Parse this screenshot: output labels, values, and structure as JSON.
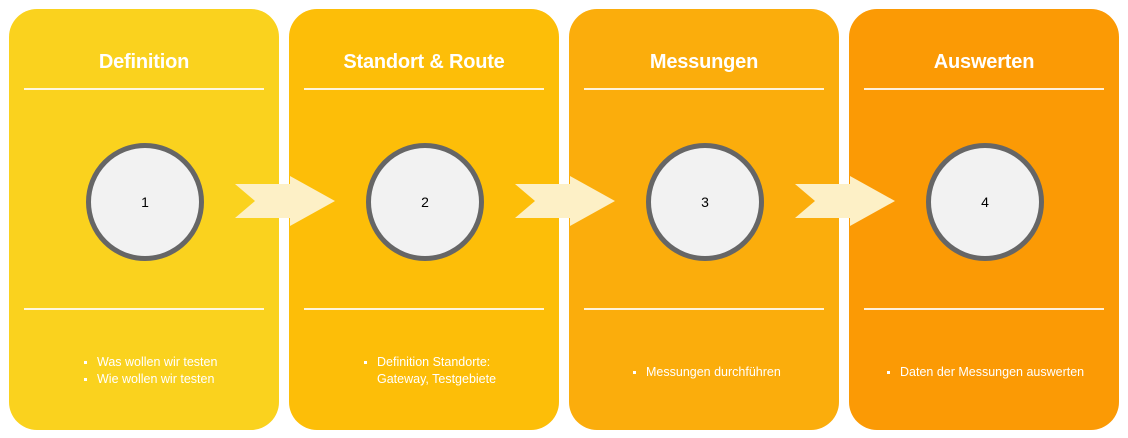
{
  "colors": {
    "stage1": "#fad21e",
    "stage2": "#fdbe08",
    "stage3": "#fbad0c",
    "stage4": "#fb9a05",
    "arrow": "#fdf0c6",
    "circle_fill": "#f2f2f2",
    "circle_border": "#666666"
  },
  "stages": [
    {
      "title": "Definition",
      "number": "1",
      "bullets": [
        "Was wollen wir testen",
        "Wie wollen wir testen"
      ]
    },
    {
      "title": "Standort & Route",
      "number": "2",
      "bullets": [
        "Definition Standorte: Gateway, Testgebiete"
      ]
    },
    {
      "title": "Messungen",
      "number": "3",
      "bullets": [
        "Messungen durchführen"
      ]
    },
    {
      "title": "Auswerten",
      "number": "4",
      "bullets": [
        "Daten der Messungen auswerten"
      ]
    }
  ]
}
